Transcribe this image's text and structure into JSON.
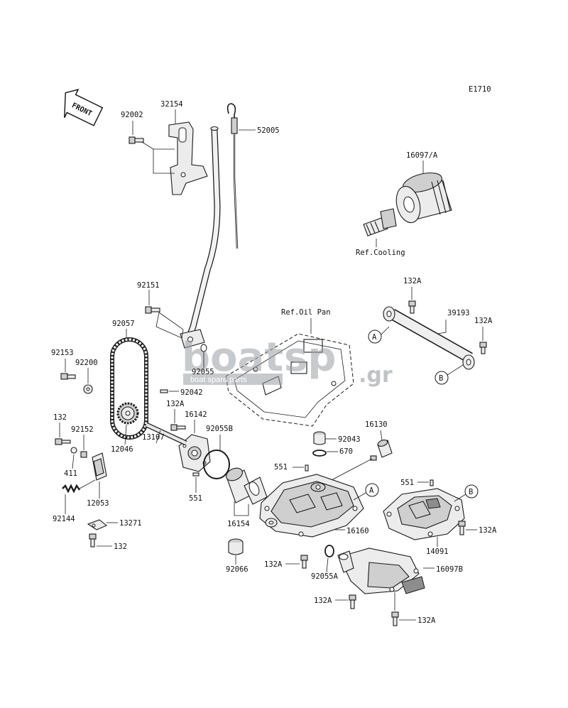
{
  "figure_code": "E1710",
  "front_label": "FRONT",
  "watermark": {
    "brand_1": "boat",
    "brand_2": "sp",
    "tld": ".gr",
    "tagline": "boat spare parts"
  },
  "callouts": {
    "c32154": "32154",
    "c92002": "92002",
    "c52005": "52005",
    "c16097A": "16097/A",
    "refCooling": "Ref.Cooling",
    "c92151": "92151",
    "refOilPan": "Ref.Oil Pan",
    "c132A_top": "132A",
    "c39193": "39193",
    "c132A_right": "132A",
    "c92057": "92057",
    "c92153": "92153",
    "c92200": "92200",
    "c92055": "92055",
    "c92042": "92042",
    "c132A_pump": "132A",
    "c16142": "16142",
    "c92055B": "92055B",
    "c132_left": "132",
    "c92152": "92152",
    "c12046": "12046",
    "c13107": "13107",
    "c411": "411",
    "c551_pump": "551",
    "c92144": "92144",
    "c12053": "12053",
    "c13271": "13271",
    "c132_bottom": "132",
    "c16130": "16130",
    "c92043": "92043",
    "c670": "670",
    "c551_mid": "551",
    "c551_right": "551",
    "c16154": "16154",
    "c16160": "16160",
    "c14091": "14091",
    "c132A_r2": "132A",
    "c92066": "92066",
    "c132A_mid": "132A",
    "c92055A": "92055A",
    "c16097B": "16097B",
    "c132A_b1": "132A",
    "c132A_b2": "132A"
  },
  "markers": {
    "A": "A",
    "B": "B"
  }
}
